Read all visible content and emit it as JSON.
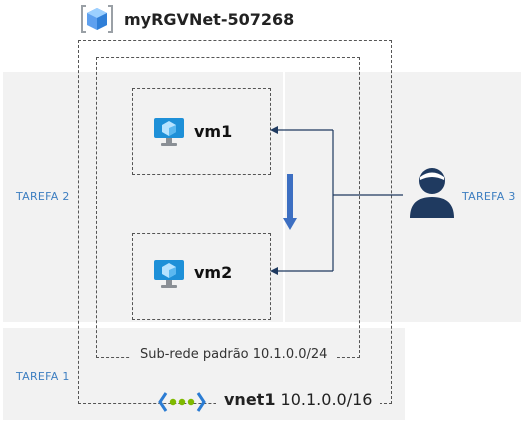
{
  "resource_group": {
    "name": "myRGVNet-507268"
  },
  "tasks": {
    "task1": "TAREFA 1",
    "task2": "TAREFA 2",
    "task3": "TAREFA 3"
  },
  "vms": [
    {
      "name": "vm1"
    },
    {
      "name": "vm2"
    }
  ],
  "subnet": {
    "label": "Sub-rede padrão 10.1.0.0/24"
  },
  "vnet": {
    "name": "vnet1",
    "address": "10.1.0.0/16"
  },
  "colors": {
    "task_text": "#3e7fc1",
    "panel": "#f2f2f2",
    "user": "#1f3a60",
    "vm_icon": "#1e90d8",
    "arrow": "#1f3a60",
    "vnet_icon": "#2b7cd3",
    "vnet_dots": "#7fba00"
  },
  "icons": {
    "resource_group": "resource-group-icon",
    "vm": "virtual-machine-icon",
    "user": "user-icon",
    "vnet": "virtual-network-icon"
  }
}
